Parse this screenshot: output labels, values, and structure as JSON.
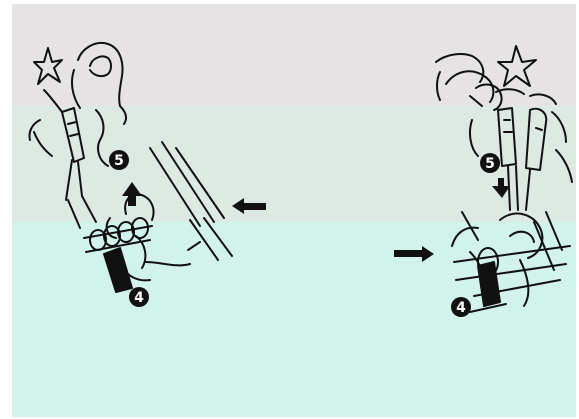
{
  "colors": {
    "band_top": "#e6e3e4",
    "band_mid": "#dde9e3",
    "band_bottom": "#d2f3ec",
    "ink": "#111111"
  },
  "step_markers": {
    "left_upper": "5",
    "left_lower": "4",
    "right_upper": "5",
    "right_lower": "4"
  }
}
